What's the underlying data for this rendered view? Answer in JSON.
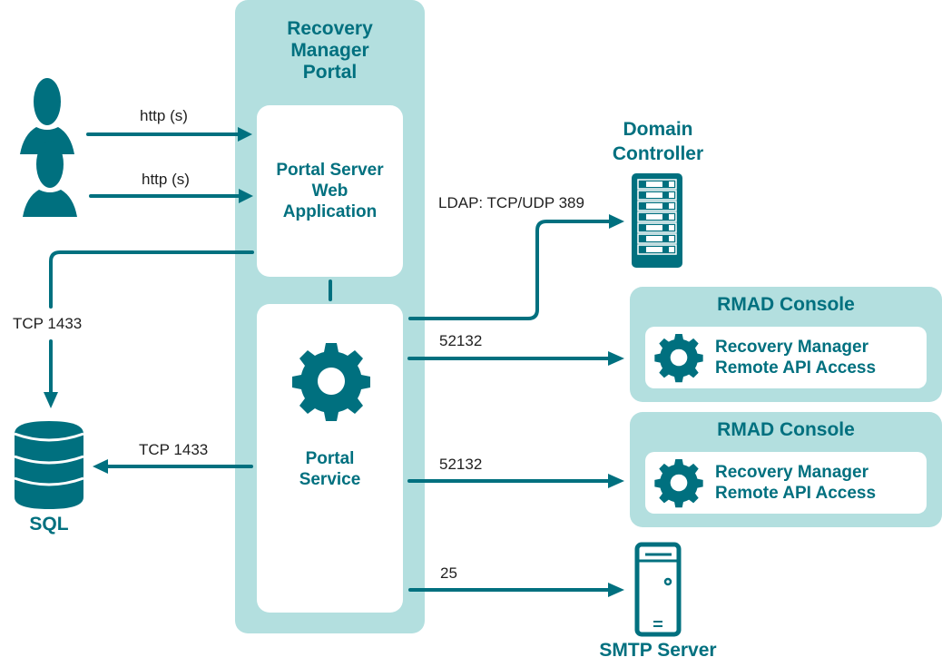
{
  "colors": {
    "accent": "#00707f",
    "panel": "#b3dfdf",
    "card": "#ffffff",
    "label": "#1f1f1f"
  },
  "portal": {
    "title_lines": [
      "Recovery",
      "Manager",
      "Portal"
    ],
    "web_app": {
      "title_lines": [
        "Portal Server",
        "Web",
        "Application"
      ]
    },
    "service": {
      "title_lines": [
        "Portal",
        "Service"
      ],
      "icon": "gear-icon"
    }
  },
  "users": [
    {
      "icon": "user-icon",
      "connection_label": "http (s)"
    },
    {
      "icon": "user-icon",
      "connection_label": "http (s)"
    }
  ],
  "sql": {
    "label": "SQL",
    "icon": "database-icon",
    "web_connection_label": "TCP 1433",
    "service_connection_label": "TCP 1433"
  },
  "domain_controller": {
    "title_lines": [
      "Domain",
      "Controller"
    ],
    "icon": "server-rack-icon",
    "connection_label": "LDAP: TCP/UDP 389"
  },
  "rmad_consoles": [
    {
      "title": "RMAD Console",
      "item_lines": [
        "Recovery Manager",
        "Remote API Access"
      ],
      "icon": "gear-icon",
      "connection_label": "52132"
    },
    {
      "title": "RMAD Console",
      "item_lines": [
        "Recovery Manager",
        "Remote API Access"
      ],
      "icon": "gear-icon",
      "connection_label": "52132"
    }
  ],
  "smtp": {
    "label": "SMTP Server",
    "icon": "tower-server-icon",
    "connection_label": "25"
  }
}
